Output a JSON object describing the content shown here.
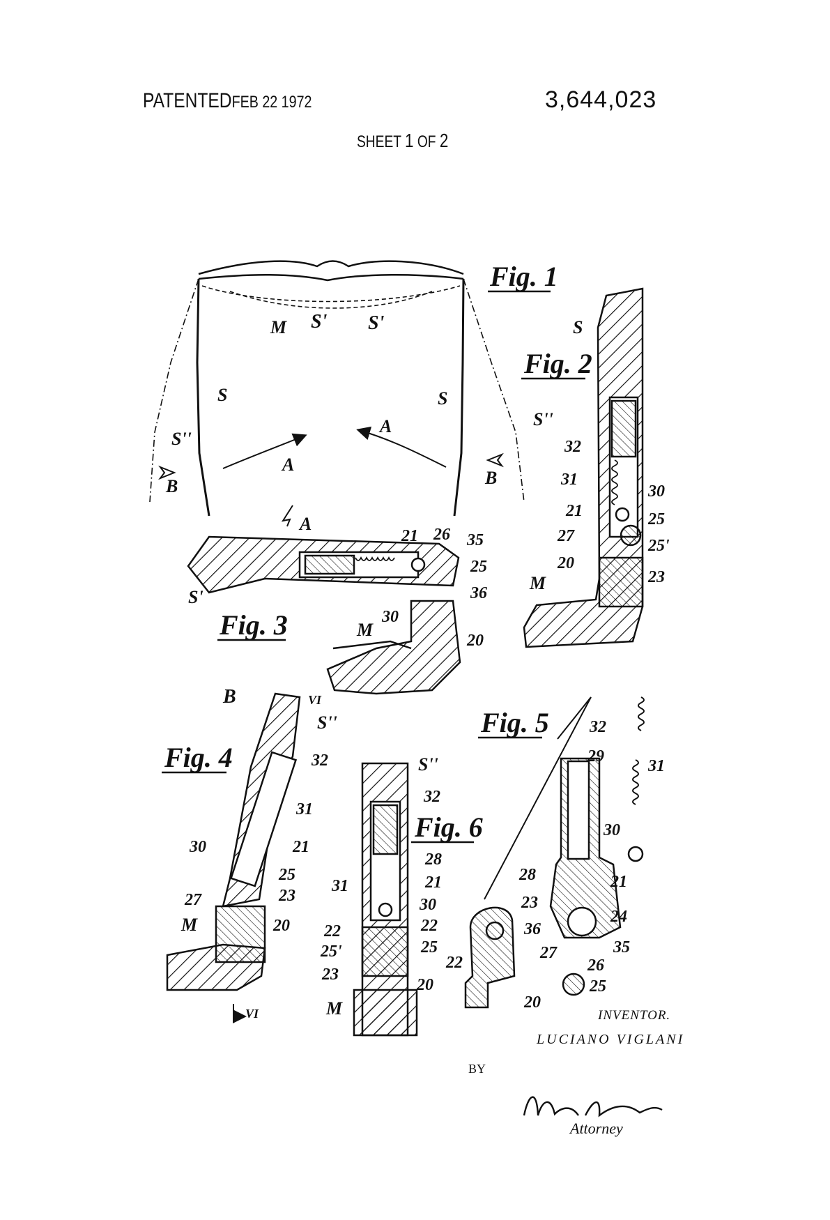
{
  "header": {
    "patented_label": "PATENTED",
    "patented_date": "FEB 22 1972",
    "patent_number": "3,644,023",
    "sheet_word": "SHEET",
    "sheet_num": "1",
    "sheet_of": "OF",
    "sheet_total": "2"
  },
  "figures": {
    "fig1": "Fig. 1",
    "fig2": "Fig. 2",
    "fig3": "Fig. 3",
    "fig4": "Fig. 4",
    "fig5": "Fig. 5",
    "fig6": "Fig. 6"
  },
  "labels": {
    "M": "M",
    "S": "S",
    "S1": "S'",
    "S2": "S''",
    "A": "A",
    "B": "B",
    "VI": "VI",
    "n20": "20",
    "n21": "21",
    "n22": "22",
    "n23": "23",
    "n24": "24",
    "n25": "25",
    "n25p": "25'",
    "n26": "26",
    "n27": "27",
    "n28": "28",
    "n29": "29",
    "n30": "30",
    "n31": "31",
    "n32": "32",
    "n35": "35",
    "n36": "36"
  },
  "footer": {
    "inventor_heading": "INVENTOR.",
    "inventor_name": "LUCIANO VIGLANI",
    "by": "BY",
    "signature": "Michael S. Striker",
    "attorney": "Attorney"
  },
  "colors": {
    "ink": "#111111",
    "paper": "#ffffff"
  }
}
